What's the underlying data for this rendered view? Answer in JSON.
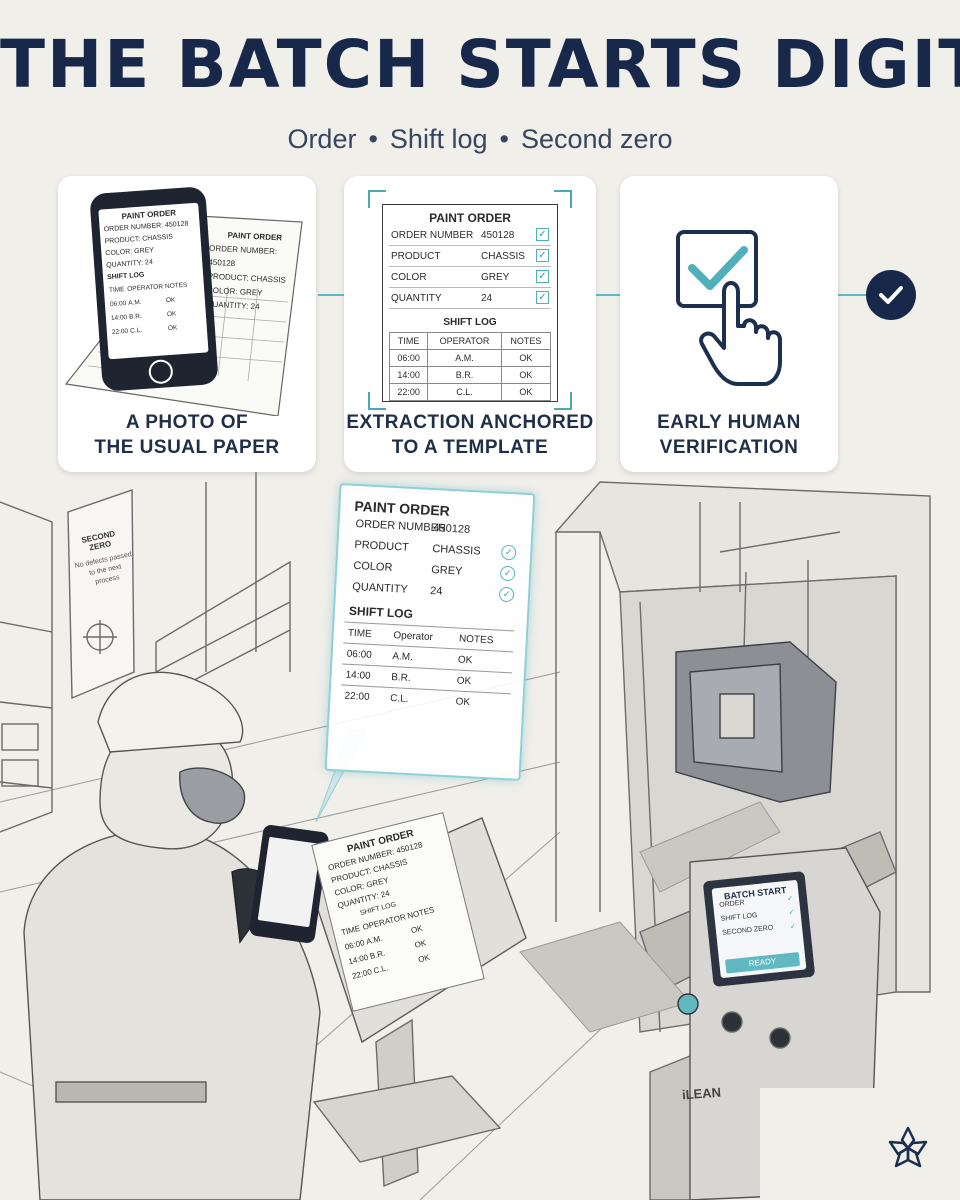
{
  "header": {
    "title": "THE BATCH STARTS DIGITAL",
    "subtitle_items": [
      "Order",
      "Shift log",
      "Second zero"
    ],
    "separator": "•"
  },
  "steps": [
    {
      "line1": "A PHOTO OF",
      "line2": "THE USUAL PAPER",
      "icon": "phone-photo-icon"
    },
    {
      "line1": "EXTRACTION ANCHORED",
      "line2": "TO A TEMPLATE",
      "icon": "template-doc-icon"
    },
    {
      "line1": "EARLY HUMAN",
      "line2": "VERIFICATION",
      "icon": "checkbox-hand-icon"
    }
  ],
  "paint_order": {
    "title": "PAINT ORDER",
    "fields": [
      {
        "label": "ORDER NUMBER",
        "value": "450128"
      },
      {
        "label": "PRODUCT",
        "value": "CHASSIS"
      },
      {
        "label": "COLOR",
        "value": "GREY"
      },
      {
        "label": "QUANTITY",
        "value": "24"
      }
    ],
    "shift_log_title": "SHIFT LOG",
    "shift_log_headers": [
      "TIME",
      "OPERATOR",
      "NOTES"
    ],
    "shift_log_rows": [
      {
        "time": "06:00",
        "operator": "A.M.",
        "notes": "OK"
      },
      {
        "time": "14:00",
        "operator": "B.R.",
        "notes": "OK"
      },
      {
        "time": "22:00",
        "operator": "C.L.",
        "notes": "OK"
      }
    ]
  },
  "hologram_labels": {
    "product": "PRODUCT",
    "operator": "Operator",
    "notes": "NOTES"
  },
  "poster": {
    "title": "SECOND ZERO",
    "text": "No defects passed to the next process"
  },
  "terminal": {
    "title": "BATCH START",
    "items": [
      "ORDER",
      "SHIFT LOG",
      "SECOND ZERO"
    ],
    "status": "READY",
    "brand": "iLEAN"
  },
  "colors": {
    "navy": "#17284a",
    "teal": "#5fb8c2",
    "background": "#f1efea"
  }
}
